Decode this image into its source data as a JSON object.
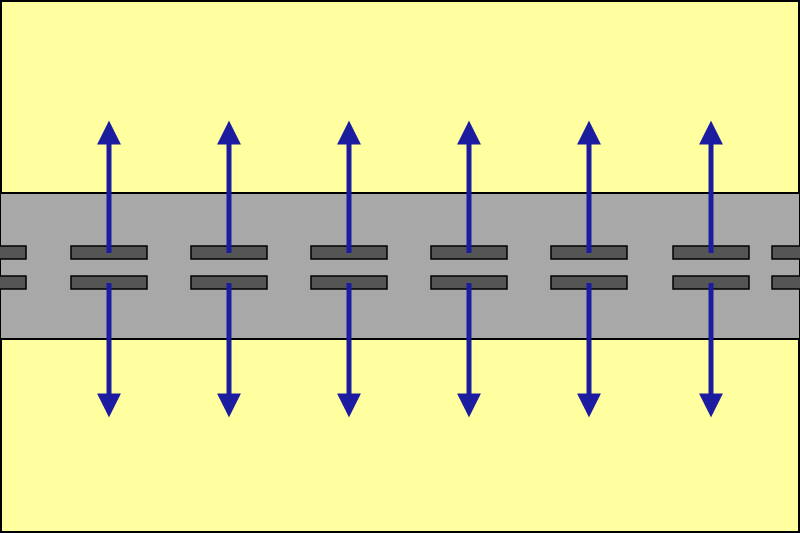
{
  "colors": {
    "background": "#ffff9f",
    "frame": "#000000",
    "band_fill": "#a8a8a8",
    "band_stroke": "#000000",
    "plate_fill": "#555555",
    "plate_stroke": "#000000",
    "arrow": "#1c1ca0"
  },
  "icons": {
    "arrow": "double-headed-vertical-arrow",
    "plate_pair": "parallel-plate-pair"
  },
  "diagram": {
    "band": {
      "label": ""
    },
    "plate_pair_count": 8,
    "arrow_count": 6
  }
}
